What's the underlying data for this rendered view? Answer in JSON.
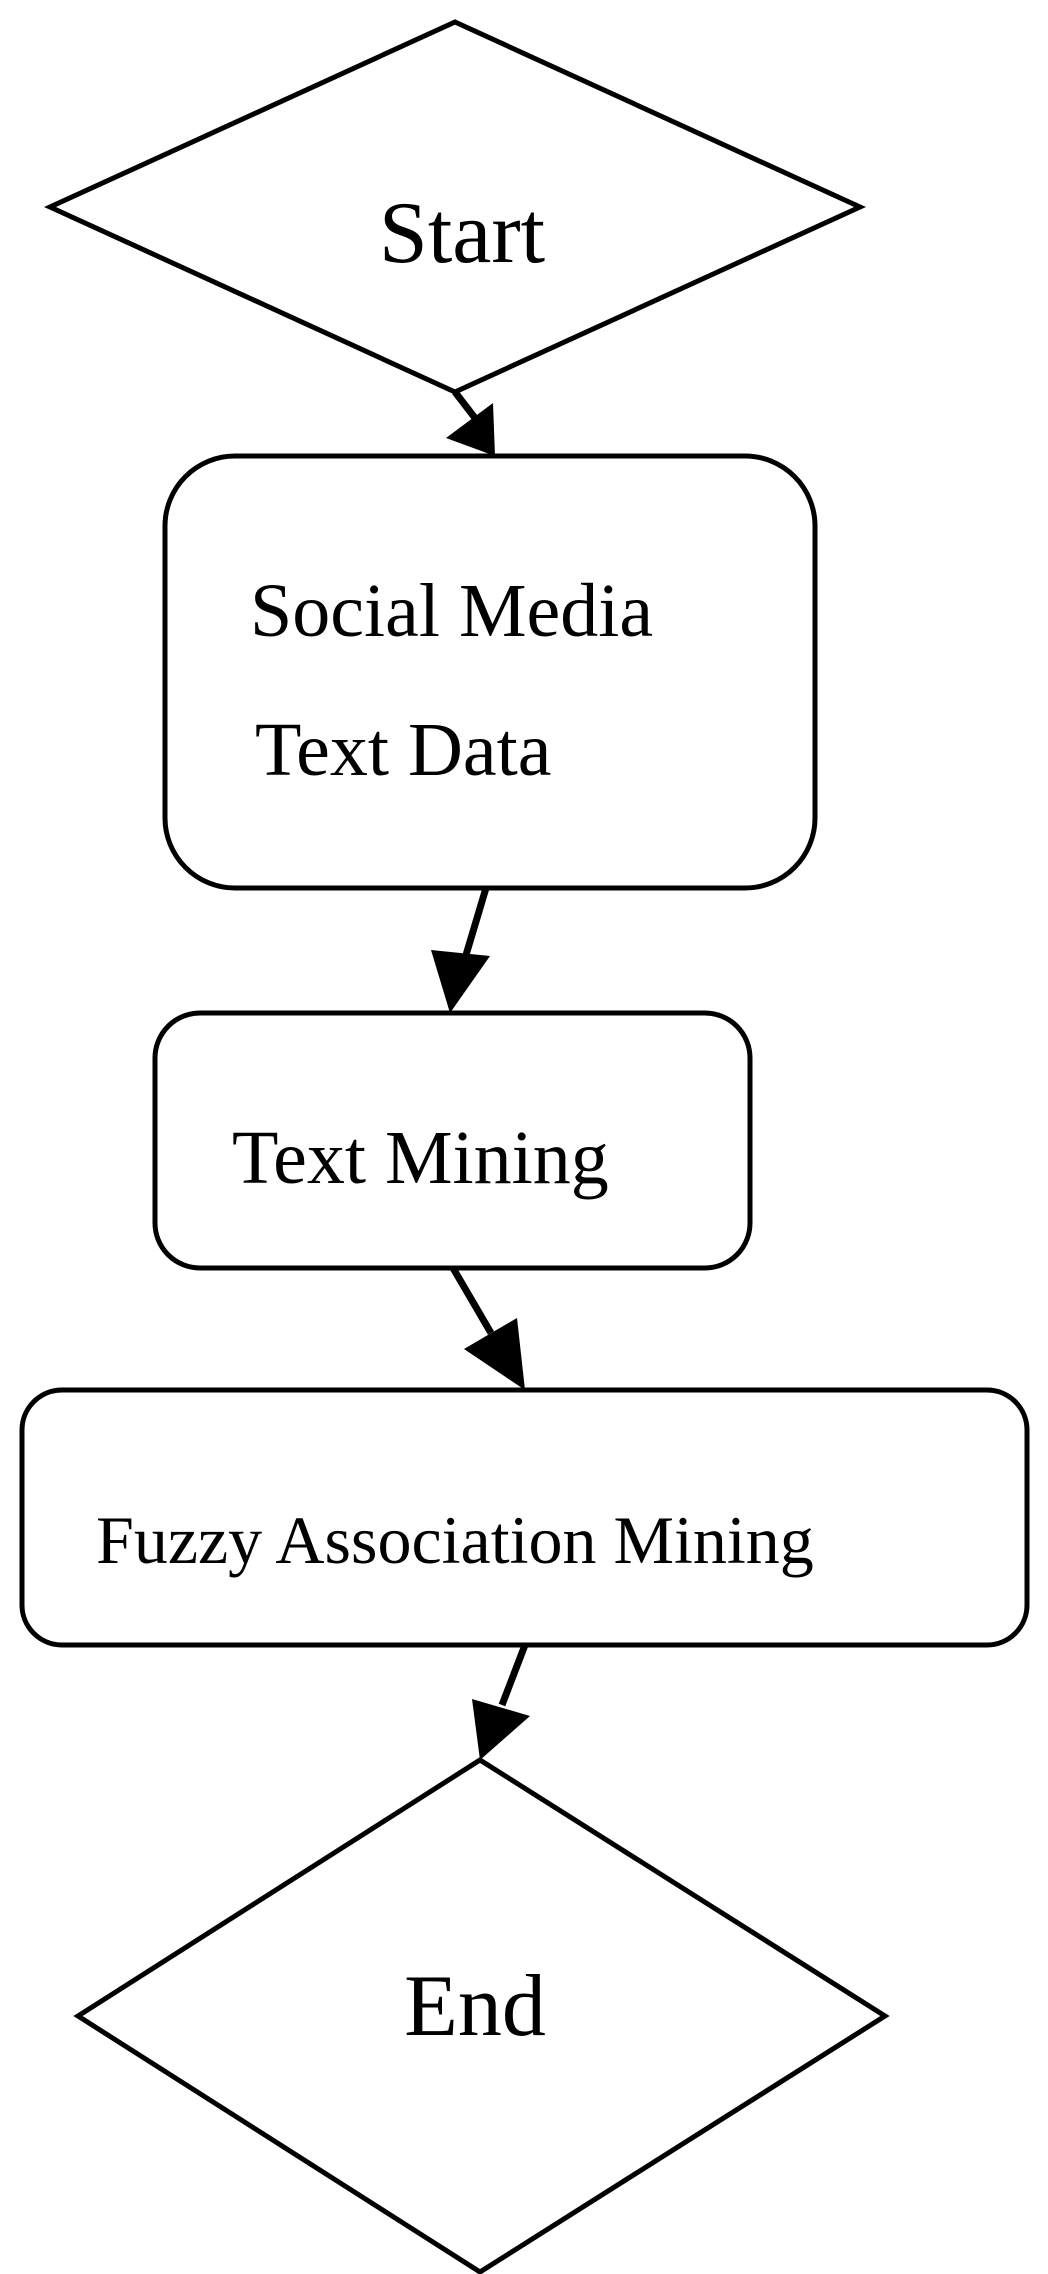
{
  "diagram": {
    "nodes": {
      "start": {
        "label": "Start"
      },
      "social_media": {
        "line1": "Social Media",
        "line2": "Text Data"
      },
      "text_mining": {
        "label": "Text Mining"
      },
      "fuzzy": {
        "label": "Fuzzy Association Mining"
      },
      "end": {
        "label": "End"
      }
    },
    "edges": [
      {
        "from": "Start",
        "to": "Social Media Text Data"
      },
      {
        "from": "Social Media Text Data",
        "to": "Text Mining"
      },
      {
        "from": "Text Mining",
        "to": "Fuzzy Association Mining"
      },
      {
        "from": "Fuzzy Association Mining",
        "to": "End"
      }
    ]
  }
}
